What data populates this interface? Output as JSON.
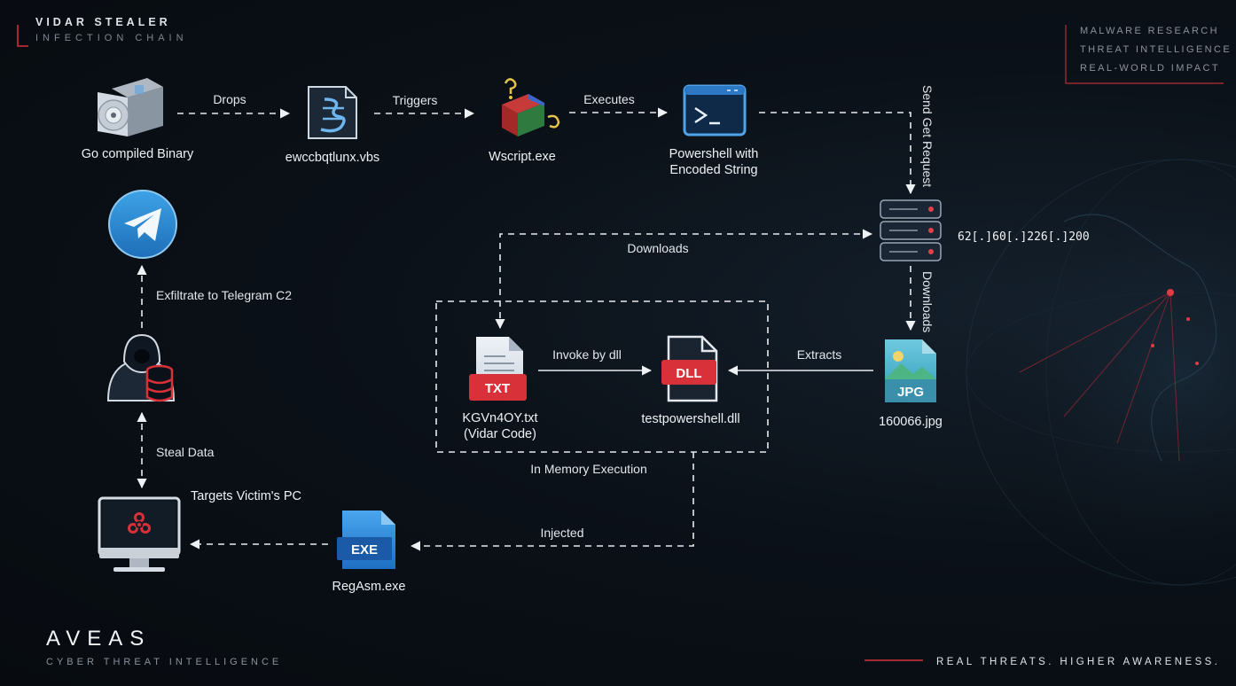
{
  "header": {
    "title": "VIDAR STEALER",
    "subtitle": "INFECTION CHAIN",
    "meta": [
      "MALWARE RESEARCH",
      "THREAT INTELLIGENCE",
      "REAL-WORLD IMPACT"
    ]
  },
  "nodes": {
    "go_binary": "Go compiled Binary",
    "vbs": "ewccbqtlunx.vbs",
    "wscript": "Wscript.exe",
    "powershell_line1": "Powershell with",
    "powershell_line2": "Encoded String",
    "server_ip": "62[.]60[.]226[.]200",
    "txt_line1": "KGVn4OY.txt",
    "txt_line2": "(Vidar Code)",
    "dll": "testpowershell.dll",
    "jpg": "160066.jpg",
    "regasm": "RegAsm.exe",
    "victim": "Targets Victim's PC"
  },
  "badges": {
    "txt": "TXT",
    "dll": "DLL",
    "jpg": "JPG",
    "exe": "EXE"
  },
  "edges": {
    "drops": "Drops",
    "triggers": "Triggers",
    "executes": "Executes",
    "send_get": "Send Get Request",
    "downloads_left": "Downloads",
    "downloads_down": "Downloads",
    "invoke": "Invoke by dll",
    "extracts": "Extracts",
    "in_memory": "In Memory Execution",
    "injected": "Injected",
    "steal": "Steal Data",
    "exfiltrate": "Exfiltrate to Telegram C2"
  },
  "footer": {
    "brand": "AVEAS",
    "brand_sub": "CYBER THREAT INTELLIGENCE",
    "tagline": "REAL THREATS. HIGHER AWARENESS."
  },
  "colors": {
    "accent_red": "#d8313a",
    "accent_blue": "#2f86d6",
    "background": "#0b1118"
  }
}
